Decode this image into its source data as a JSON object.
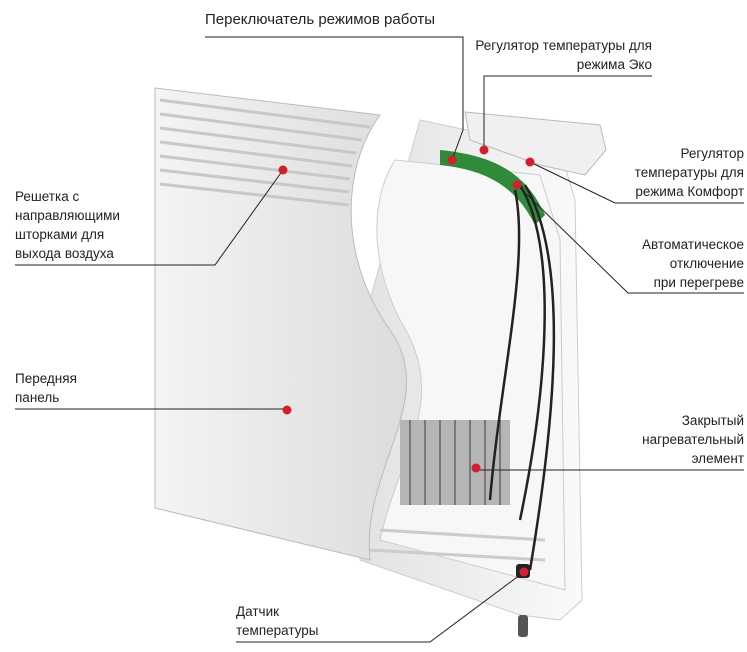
{
  "labels": {
    "mode_switch": [
      "Переключатель режимов работы"
    ],
    "eco_regulator": [
      "Регулятор температуры для",
      "режима Эко"
    ],
    "comfort_regulator": [
      "Регулятор",
      "температуры для",
      "режима Комфорт"
    ],
    "overheat": [
      "Автоматическое",
      "отключение",
      "при перегреве"
    ],
    "heating_element": [
      "Закрытый",
      "нагревательный",
      "элемент"
    ],
    "grille": [
      "Решетка с",
      "направляющими",
      "шторками для",
      "выхода воздуха"
    ],
    "front_panel": [
      "Передняя",
      "панель"
    ],
    "sensor": [
      "Датчик",
      "температуры"
    ]
  },
  "colors": {
    "marker": "#d4202c",
    "line": "#222222",
    "pcb": "#2f8a3a"
  }
}
